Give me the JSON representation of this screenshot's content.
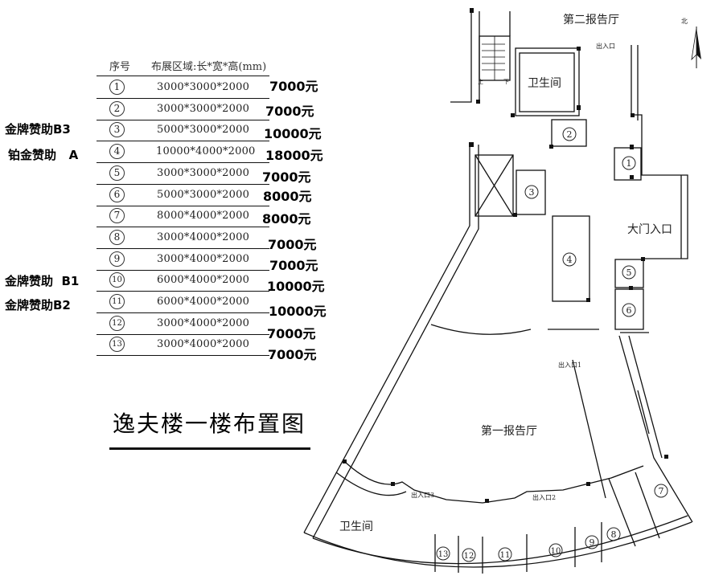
{
  "table": {
    "header_no": "序号",
    "header_area": "布展区域:长*宽*高(mm)",
    "rows": [
      {
        "no": "1",
        "dims": "3000*3000*2000",
        "price": "7000元"
      },
      {
        "no": "2",
        "dims": "3000*3000*2000",
        "price": "7000元"
      },
      {
        "no": "3",
        "dims": "5000*3000*2000",
        "price": "10000元"
      },
      {
        "no": "4",
        "dims": "10000*4000*2000",
        "price": "18000元"
      },
      {
        "no": "5",
        "dims": "3000*3000*2000",
        "price": "7000元"
      },
      {
        "no": "6",
        "dims": "5000*3000*2000",
        "price": "8000元"
      },
      {
        "no": "7",
        "dims": "8000*4000*2000",
        "price": "8000元"
      },
      {
        "no": "8",
        "dims": "3000*4000*2000",
        "price": "7000元"
      },
      {
        "no": "9",
        "dims": "3000*4000*2000",
        "price": "7000元"
      },
      {
        "no": "10",
        "dims": "6000*4000*2000",
        "price": "10000元"
      },
      {
        "no": "11",
        "dims": "6000*4000*2000",
        "price": "10000元"
      },
      {
        "no": "12",
        "dims": "3000*4000*2000",
        "price": "7000元"
      },
      {
        "no": "13",
        "dims": "3000*4000*2000",
        "price": "7000元"
      }
    ]
  },
  "sponsors": {
    "b3": "金牌赞助B3",
    "a": "铂金赞助   A",
    "b1": "金牌赞助  B1",
    "b2": "金牌赞助B2"
  },
  "title": "逸夫楼一楼布置图",
  "floorplan": {
    "hall2": "第二报告厅",
    "hall1": "第一报告厅",
    "restroom_top": "卫生间",
    "restroom_bottom": "卫生间",
    "main_entrance": "大门入口",
    "exit": "出入口",
    "exit1": "出入口1",
    "exit2": "出入口2",
    "exit3": "出入口3",
    "north": "北",
    "stair_up": "上",
    "stair_down": "下",
    "booths": [
      "1",
      "2",
      "3",
      "4",
      "5",
      "6",
      "7",
      "8",
      "9",
      "10",
      "11",
      "12",
      "13"
    ]
  }
}
